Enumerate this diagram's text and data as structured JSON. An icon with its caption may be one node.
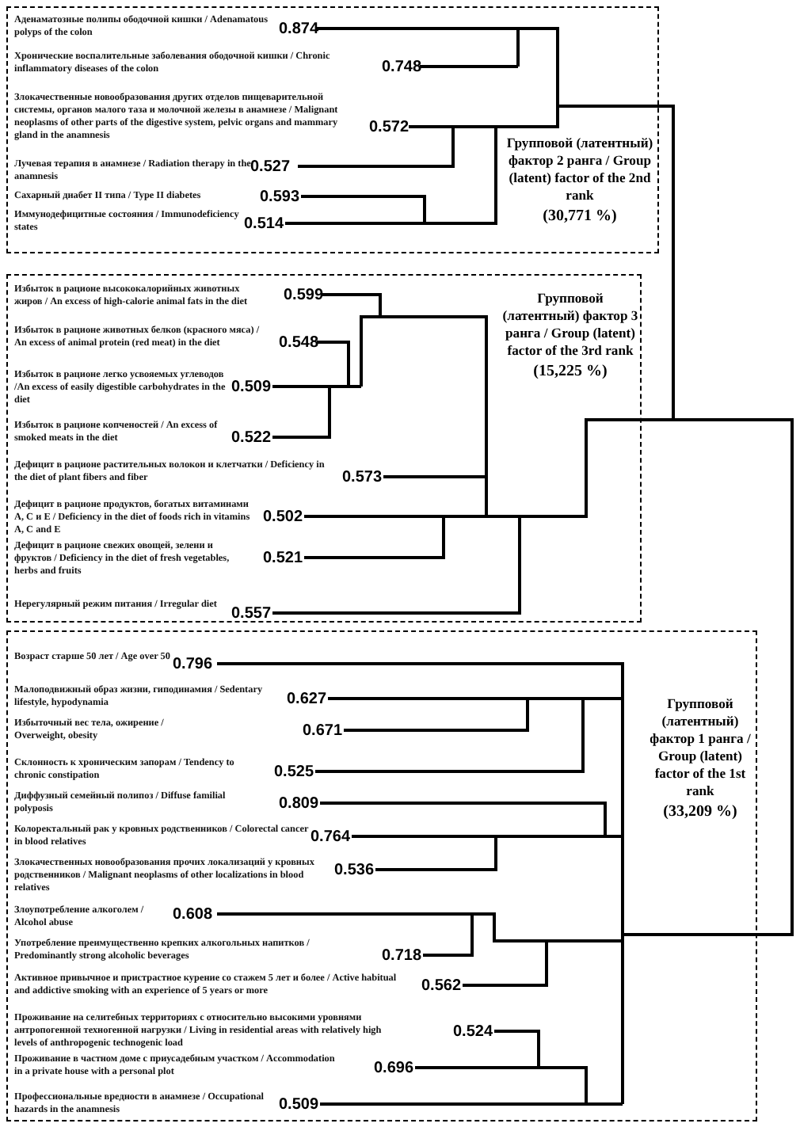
{
  "diagram": {
    "nodes": [
      {
        "text": [
          "Групповой (латентный) фактор 2 ранга / Group (latent) factor of the 2nd rank",
          "(30,771 %)"
        ]
      },
      {
        "text": [
          "Аденаматозные полипы ободочной кишки / Adenamatous polyps of the colon"
        ],
        "beside": [
          "0.874"
        ],
        "in": 0
      },
      {
        "text": [
          "Хронические воспалительные заболевания ободочной кишки / Chronic inflammatory diseases of the colon"
        ],
        "beside": [
          "0.748"
        ],
        "in": 0
      },
      {
        "text": [
          "Злокачественные новообразования других отделов пищеварительной системы, органов малого таза и молочной железы в анамнезе / Malignant neoplasms of other parts of the digestive system, pelvic organs and mammary gland in the anamnesis"
        ],
        "beside": [
          "0.572"
        ],
        "in": 0
      },
      {
        "text": [
          "Лучевая терапия в анамнезе / Radiation therapy in the anamnesis"
        ],
        "beside": [
          "0.527"
        ],
        "in": 0
      },
      {
        "text": [
          "Сахарный диабет II типа / Type II diabetes"
        ],
        "beside": [
          "0.593"
        ],
        "in": 0
      },
      {
        "text": [
          "Иммунодефицитные состояния / Immunodeficiency states"
        ],
        "beside": [
          "0.514"
        ],
        "in": 0
      },
      {
        "text": [
          "Групповой (латентный) фактор 3 ранга / Group (latent) factor of the 3rd rank",
          "(15,225 %)"
        ]
      },
      {
        "text": [
          "Избыток в рационе высококалорийных животных жиров / An excess of high-calorie animal fats in the diet"
        ],
        "beside": [
          "0.599"
        ],
        "in": 7
      },
      {
        "text": [
          "Избыток в рационе животных белков (красного мяса) / An excess of animal protein (red meat) in the diet"
        ],
        "beside": [
          "0.548"
        ],
        "in": 7
      },
      {
        "text": [
          "Избыток в рационе легко усвояемых углеводов /An excess of easily digestible carbohydrates in the diet"
        ],
        "beside": [
          "0.509"
        ],
        "in": 7
      },
      {
        "text": [
          "Избыток в рационе копченостей / An excess of smoked meats in the diet"
        ],
        "beside": [
          "0.522"
        ],
        "in": 7
      },
      {
        "text": [
          "Дефицит в рационе растительных волокон и клетчатки / Deficiency in the diet of plant fibers and fiber"
        ],
        "beside": [
          "0.573"
        ],
        "in": 7
      },
      {
        "text": [
          "Дефицит в рационе продуктов, богатых витаминами А, С и Е / Deficiency in the diet of foods rich in vitamins A, C and E"
        ],
        "beside": [
          "0.502"
        ],
        "in": 7
      },
      {
        "text": [
          "Дефицит в рационе свежих овощей, зелени и фруктов / Deficiency in the diet of fresh vegetables, herbs and fruits"
        ],
        "beside": [
          "0.521"
        ],
        "in": 7
      },
      {
        "text": [
          "Нерегулярный режим питания / Irregular diet"
        ],
        "beside": [
          "0.557"
        ],
        "in": 7
      },
      {
        "text": [
          "Групповой (латентный) фактор 1 ранга / Group (latent) factor of the 1st rank",
          "(33,209 %)"
        ]
      },
      {
        "text": [
          "Возраст старше 50 лет / Age over 50"
        ],
        "beside": [
          "0.796"
        ],
        "in": 16
      },
      {
        "text": [
          "Малоподвижный образ жизни, гиподинамия / Sedentary lifestyle, hypodynamia"
        ],
        "beside": [
          "0.627"
        ],
        "in": 16
      },
      {
        "text": [
          "Избыточный вес тела, ожирение / Overweight, obesity"
        ],
        "beside": [
          "0.671"
        ],
        "in": 16
      },
      {
        "text": [
          "Склонность к хроническим запорам / Tendency to chronic constipation"
        ],
        "beside": [
          "0.525"
        ],
        "in": 16
      },
      {
        "text": [
          "Диффузный семейный полипоз / Diffuse familial polyposis"
        ],
        "beside": [
          "0.809"
        ],
        "in": 16
      },
      {
        "text": [
          "Колоректальный рак у кровных родственников / Colorectal cancer in blood relatives"
        ],
        "beside": [
          "0.764"
        ],
        "in": 16
      },
      {
        "text": [
          "Злокачественных новообразования прочих локализаций у кровных родственников / Malignant neoplasms of other localizations in blood relatives"
        ],
        "beside": [
          "0.536"
        ],
        "in": 16
      },
      {
        "text": [
          "Злоупотребление алкоголем / Alcohol abuse"
        ],
        "beside": [
          "0.608"
        ],
        "in": 16
      },
      {
        "text": [
          "Употребление преимущественно крепких алкогольных напитков / Predominantly strong alcoholic beverages"
        ],
        "beside": [
          "0.718"
        ],
        "in": 16
      },
      {
        "text": [
          "Активное привычное и пристрастное курение со стажем 5 лет и более / Active habitual and addictive smoking with an experience of 5 years or more"
        ],
        "beside": [
          "0.562"
        ],
        "in": 16
      },
      {
        "text": [
          "Проживание на селитебных территориях с относительно высокими уровнями антропогенной техногенной нагрузки / Living in residential areas with relatively high levels of anthropogenic technogenic load"
        ],
        "beside": [
          "0.524"
        ],
        "in": 16
      },
      {
        "text": [
          "Проживание в частном доме с приусадебным участком / Accommodation in a private house with a personal plot"
        ],
        "beside": [
          "0.696"
        ],
        "in": 16
      },
      {
        "text": [
          "Профессиональные вредности в анамнезе / Occupational hazards in the anamnesis"
        ],
        "beside": [
          "0.509"
        ],
        "in": 16
      }
    ]
  }
}
